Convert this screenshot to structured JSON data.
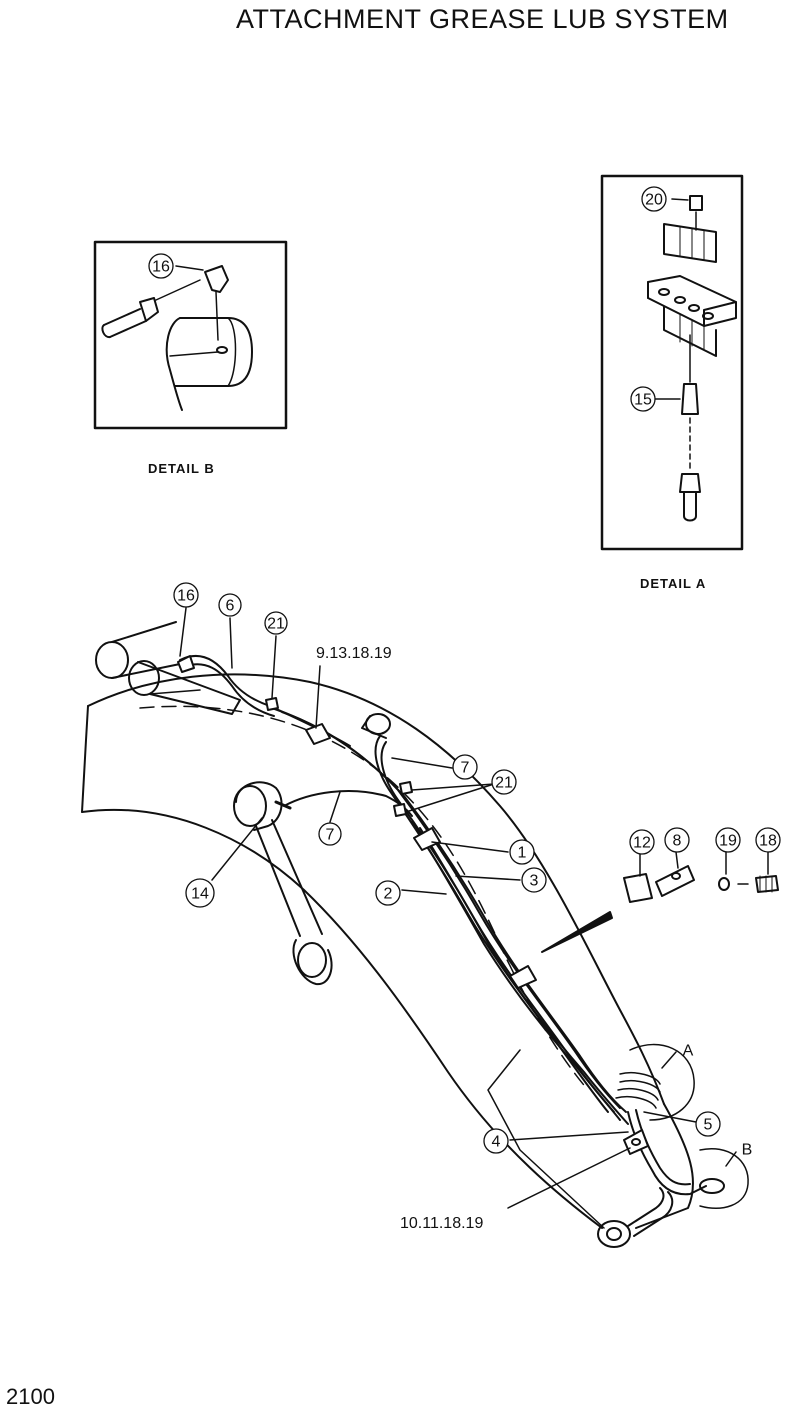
{
  "title": "ATTACHMENT GREASE LUB SYSTEM",
  "page_number": "2100",
  "details": {
    "detail_a_caption": "DETAIL A",
    "detail_b_caption": "DETAIL B",
    "detail_a_letter": "A",
    "detail_b_letter": "B"
  },
  "labels": {
    "p1": "1",
    "p2": "2",
    "p3": "3",
    "p4": "4",
    "p5": "5",
    "p6": "6",
    "p7a": "7",
    "p7b": "7",
    "p8": "8",
    "p12": "12",
    "p14": "14",
    "p15": "15",
    "p16a": "16",
    "p16b": "16",
    "p18": "18",
    "p19": "19",
    "p20": "20",
    "p21a": "21",
    "p21b": "21",
    "group_top": "9.13.18.19",
    "group_bottom": "10.11.18.19"
  }
}
